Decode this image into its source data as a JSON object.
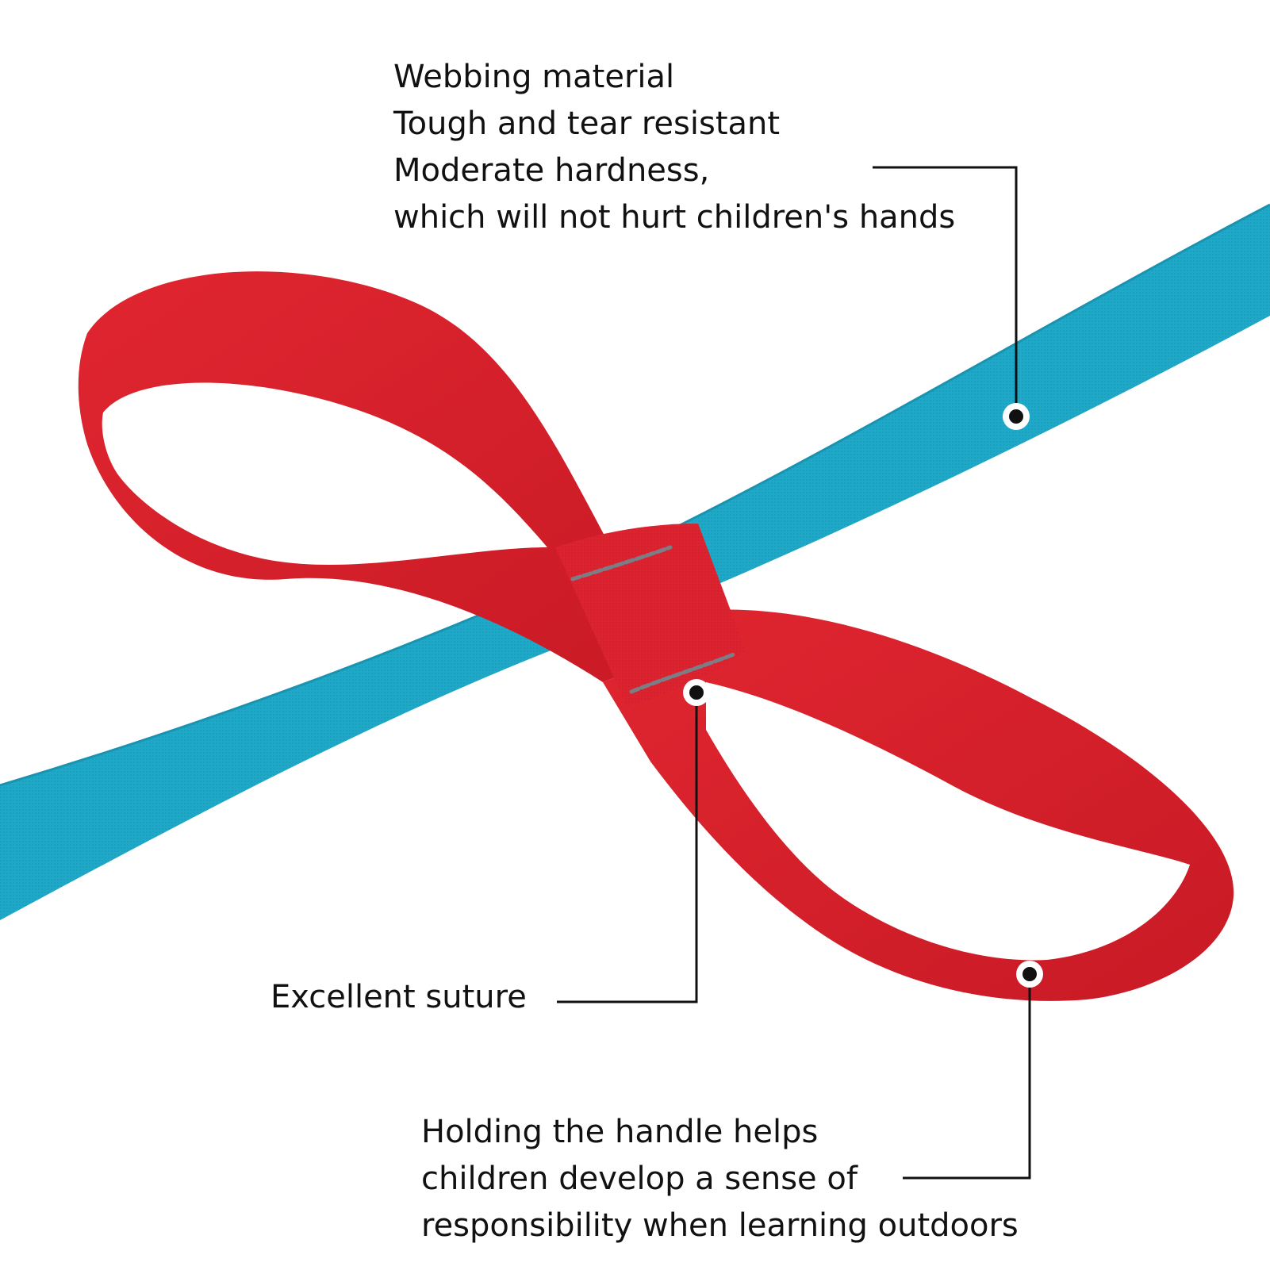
{
  "callouts": {
    "webbing": {
      "lines": [
        "Webbing material",
        "Tough and tear resistant",
        "Moderate hardness,",
        "which will not hurt children's hands"
      ]
    },
    "suture": {
      "lines": [
        "Excellent suture"
      ]
    },
    "handle": {
      "lines": [
        "Holding the handle helps",
        "children develop a sense of",
        "responsibility when learning outdoors"
      ]
    }
  },
  "colors": {
    "background": "#ffffff",
    "strap_blue": "#1fa9c9",
    "strap_red": "#d8202c",
    "stitch": "#7b7e86",
    "text": "#111111"
  }
}
